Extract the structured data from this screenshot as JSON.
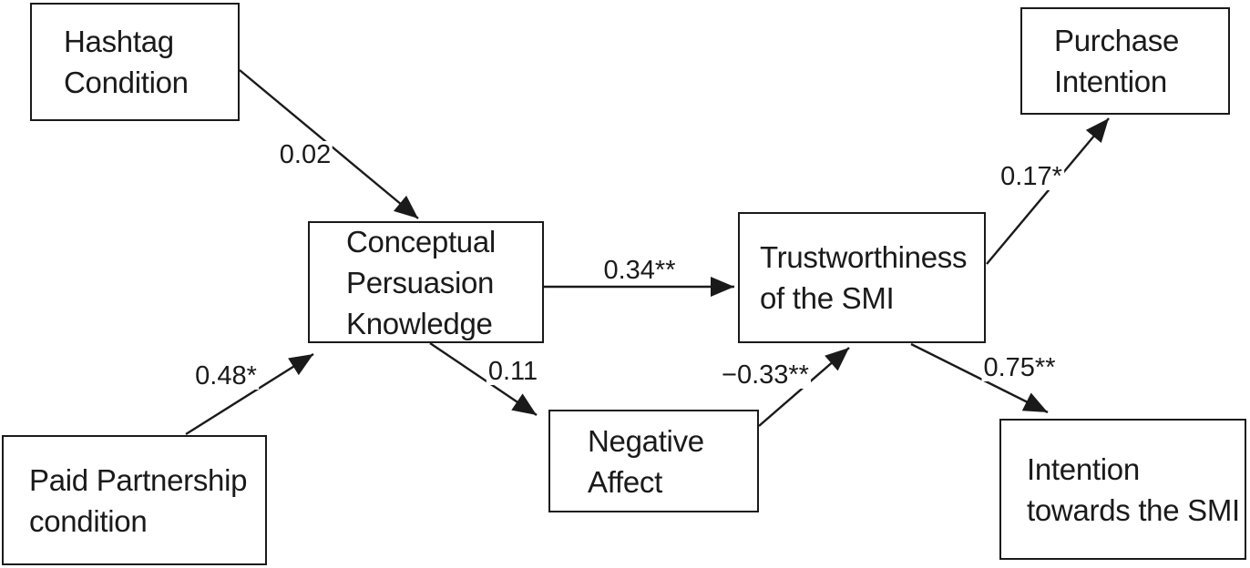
{
  "figure": {
    "description": "Path model diagram with standardized coefficients",
    "nodes": {
      "hashtag_condition": {
        "label": "Hashtag\nCondition"
      },
      "paid_partnership_condition": {
        "label": "Paid Partnership\ncondition"
      },
      "conceptual_persuasion_knowledge": {
        "label": "Conceptual\nPersuasion\nKnowledge"
      },
      "negative_affect": {
        "label": "Negative\nAffect"
      },
      "trustworthiness_of_the_smi": {
        "label": "Trustworthiness\nof the SMI"
      },
      "purchase_intention": {
        "label": "Purchase\nIntention"
      },
      "intention_towards_the_smi": {
        "label": "Intention\ntowards the SMI"
      }
    },
    "edges": {
      "hashtag_to_cpk": {
        "from": "Hashtag Condition",
        "to": "Conceptual Persuasion Knowledge",
        "coefficient": "0.02"
      },
      "paid_to_cpk": {
        "from": "Paid Partnership condition",
        "to": "Conceptual Persuasion Knowledge",
        "coefficient": "0.48*"
      },
      "cpk_to_trust": {
        "from": "Conceptual Persuasion Knowledge",
        "to": "Trustworthiness of the SMI",
        "coefficient": "0.34**"
      },
      "cpk_to_negative": {
        "from": "Conceptual Persuasion Knowledge",
        "to": "Negative Affect",
        "coefficient": "0.11"
      },
      "negative_to_trust": {
        "from": "Negative Affect",
        "to": "Trustworthiness of the SMI",
        "coefficient": "−0.33**"
      },
      "trust_to_purchase": {
        "from": "Trustworthiness of the SMI",
        "to": "Purchase Intention",
        "coefficient": "0.17*"
      },
      "trust_to_intention": {
        "from": "Trustworthiness of the SMI",
        "to": "Intention towards the SMI",
        "coefficient": "0.75**"
      }
    },
    "colors": {
      "line": "#1a1a1a",
      "text": "#1a1a1a",
      "background": "#ffffff"
    }
  }
}
